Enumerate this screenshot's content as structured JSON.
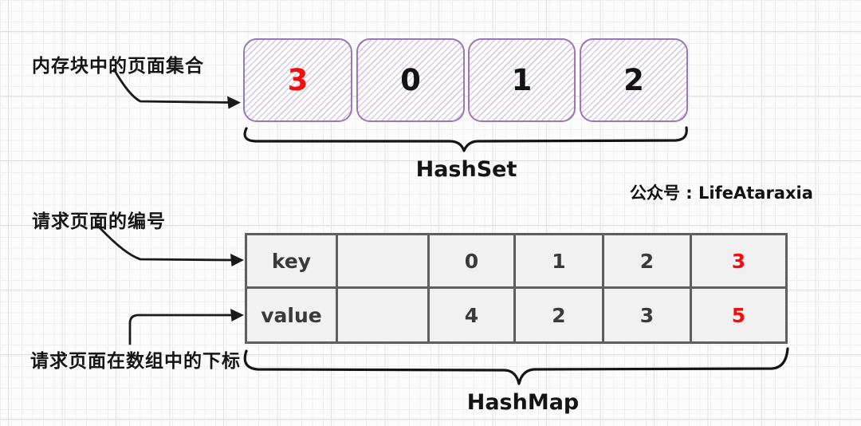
{
  "labels": {
    "memory_pages": "内存块中的页面集合",
    "request_page_number": "请求页面的编号",
    "request_page_index": "请求页面在数组中的下标",
    "watermark": "公众号 : LifeAtaraxia"
  },
  "hashset": {
    "title": "HashSet",
    "items": [
      "3",
      "0",
      "1",
      "2"
    ],
    "highlight_index": 0
  },
  "hashmap": {
    "title": "HashMap",
    "rows": [
      {
        "header": "key",
        "cells": [
          "",
          "0",
          "1",
          "2",
          "3"
        ]
      },
      {
        "header": "value",
        "cells": [
          "",
          "4",
          "2",
          "3",
          "5"
        ]
      }
    ],
    "highlight_column": 4
  },
  "colors": {
    "highlight_red": "#f50d0d",
    "box_border_purple": "#9b76ba",
    "box_hatch_purple": "#cdb9de",
    "table_line_gray": "#5e5e5e",
    "cell_background": "#f1f1f1",
    "ink_black": "#1a1a1a"
  }
}
